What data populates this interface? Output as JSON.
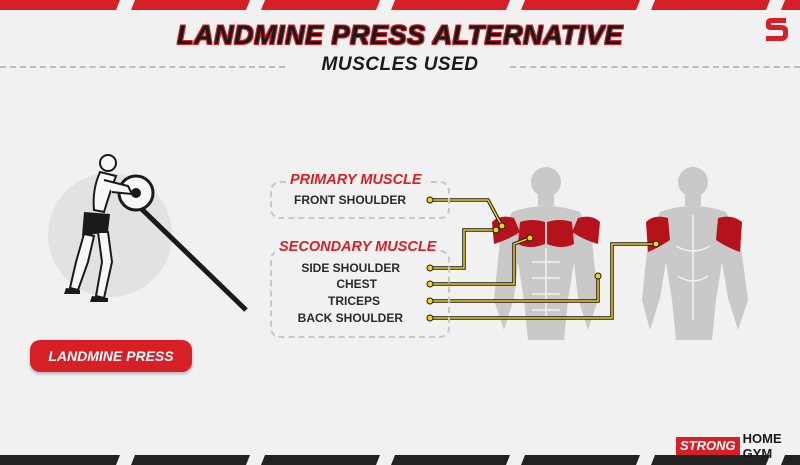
{
  "header": {
    "title": "LANDMINE PRESS ALTERNATIVE",
    "subtitle": "MUSCLES USED"
  },
  "legend": {
    "primary_heading": "PRIMARY MUSCLE",
    "primary_items": [
      "FRONT SHOULDER"
    ],
    "secondary_heading": "SECONDARY MUSCLE",
    "secondary_items": [
      "SIDE SHOULDER",
      "CHEST",
      "TRICEPS",
      "BACK SHOULDER"
    ]
  },
  "exercise": {
    "label": "LANDMINE PRESS"
  },
  "brand": {
    "strong": "STRONG",
    "rest": "HOME GYM"
  },
  "colors": {
    "accent_red": "#d61f26",
    "muscle_red": "#b5121b",
    "connector_yellow": "#f2d21b",
    "body_gray": "#c9c9c9",
    "text_dark": "#1a1a1a",
    "background": "#f1f1f1"
  },
  "icons": {
    "logo": "strong-s-logo-icon",
    "athlete": "athlete-illustration-icon",
    "front_body": "front-body-anatomy-icon",
    "back_body": "back-body-anatomy-icon"
  }
}
